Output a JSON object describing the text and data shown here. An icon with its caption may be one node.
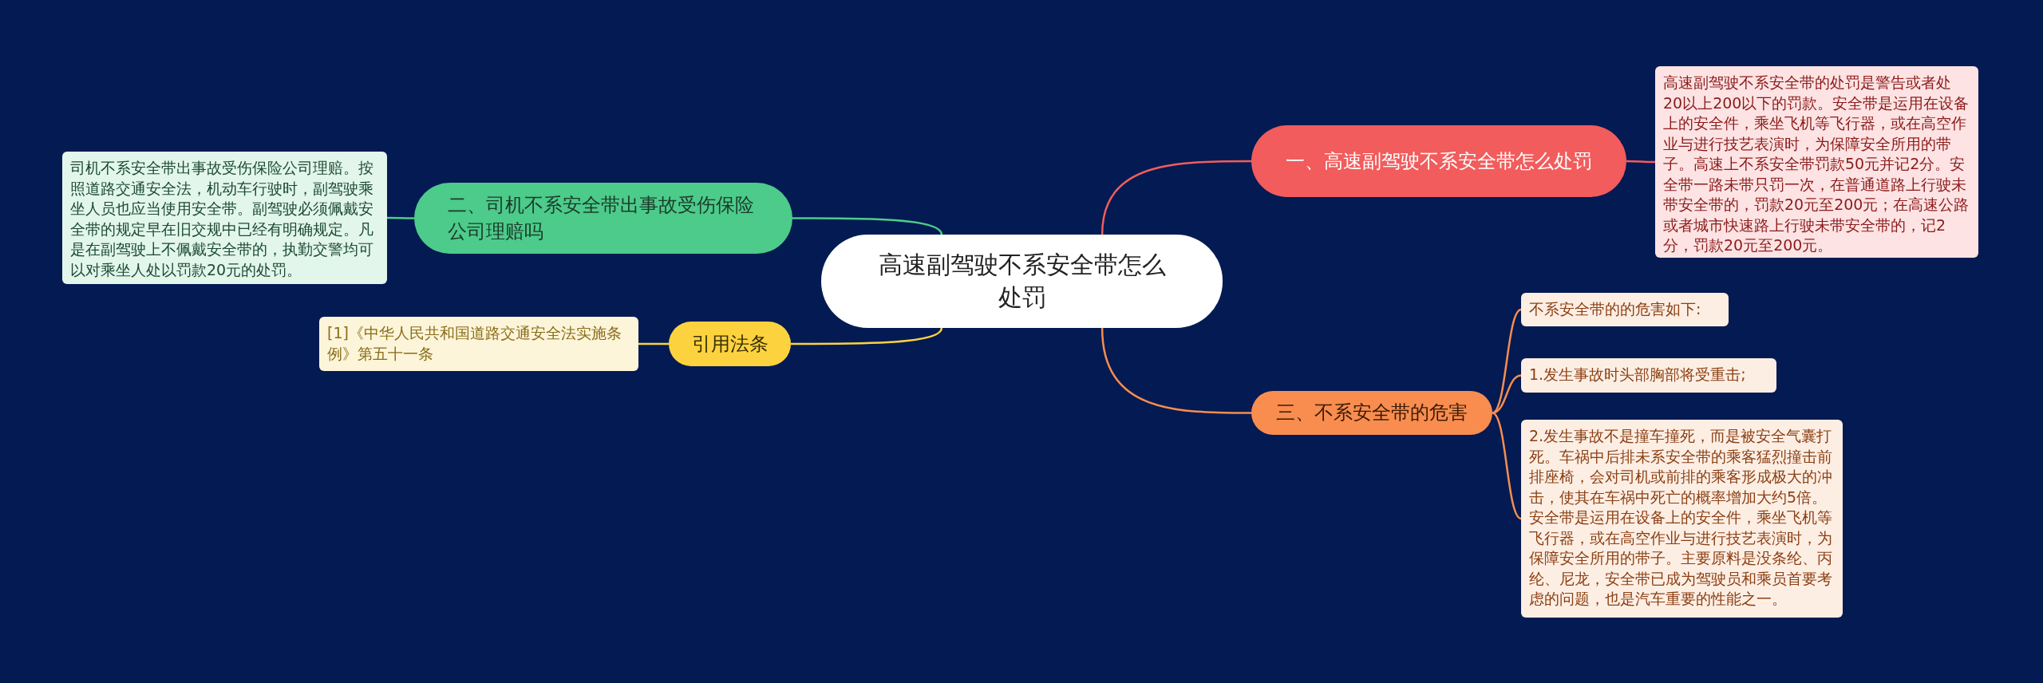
{
  "diagram": {
    "nodes": [
      {
        "text": [
          "高速副驾驶不系安全带怎么处罚"
        ]
      },
      {
        "text": [
          "一、高速副驾驶不系安全带怎么处罚"
        ]
      },
      {
        "text": [
          "高速副驾驶不系安全带的处罚是警告或者处20以上200以下的罚款。安全带是运用在设备上的安全件，乘坐飞机等飞行器，或在高空作业与进行技艺表演时，为保障安全所用的带子。高速上不系安全带罚款50元并记2分。安全带一路未带只罚一次，在普通道路上行驶未带安全带的，罚款20元至200元；在高速公路或者城市快速路上行驶未带安全带的，记2分，罚款20元至200元。"
        ]
      },
      {
        "text": [
          "二、司机不系安全带出事故受伤保险公司理赔吗"
        ]
      },
      {
        "text": [
          "司机不系安全带出事故受伤保险公司理赔。按照道路交通安全法，机动车行驶时，副驾驶乘坐人员也应当使用安全带。副驾驶必须佩戴安全带的规定早在旧交规中已经有明确规定。凡是在副驾驶上不佩戴安全带的，执勤交警均可以对乘坐人处以罚款20元的处罚。"
        ]
      },
      {
        "text": [
          "引用法条"
        ]
      },
      {
        "text": [
          "[1]《中华人民共和国道路交通安全法实施条例》第五十一条"
        ]
      },
      {
        "text": [
          "三、不系安全带的危害"
        ]
      },
      {
        "text": [
          "不系安全带的的危害如下:"
        ]
      },
      {
        "text": [
          "1.发生事故时头部胸部将受重击;"
        ]
      },
      {
        "text": [
          "2.发生事故不是撞车撞死，而是被安全气囊打死。车祸中后排未系安全带的乘客猛烈撞击前排座椅，会对司机或前排的乘客形成极大的冲击，使其在车祸中死亡的概率增加大约5倍。安全带是运用在设备上的安全件，乘坐飞机等飞行器，或在高空作业与进行技艺表演时，为保障安全所用的带子。主要原料是没条纶、丙纶、尼龙，安全带已成为驾驶员和乘员首要考虑的问题，也是汽车重要的性能之一。"
        ]
      }
    ],
    "edges": [
      {
        "from": 0,
        "to": 1,
        "arrow": "none",
        "color": "#f25c5c"
      },
      {
        "from": 1,
        "to": 2,
        "arrow": "none",
        "color": "#f25c5c"
      },
      {
        "from": 0,
        "to": 3,
        "arrow": "none",
        "color": "#4ccb8a"
      },
      {
        "from": 3,
        "to": 4,
        "arrow": "none",
        "color": "#4ccb8a"
      },
      {
        "from": 0,
        "to": 5,
        "arrow": "none",
        "color": "#fcd33f"
      },
      {
        "from": 5,
        "to": 6,
        "arrow": "none",
        "color": "#fcd33f"
      },
      {
        "from": 0,
        "to": 7,
        "arrow": "none"
      },
      {
        "from": 7,
        "to": 8,
        "arrow": "none"
      },
      {
        "from": 7,
        "to": 9,
        "arrow": "none"
      },
      {
        "from": 7,
        "to": 10,
        "arrow": "none"
      }
    ]
  }
}
